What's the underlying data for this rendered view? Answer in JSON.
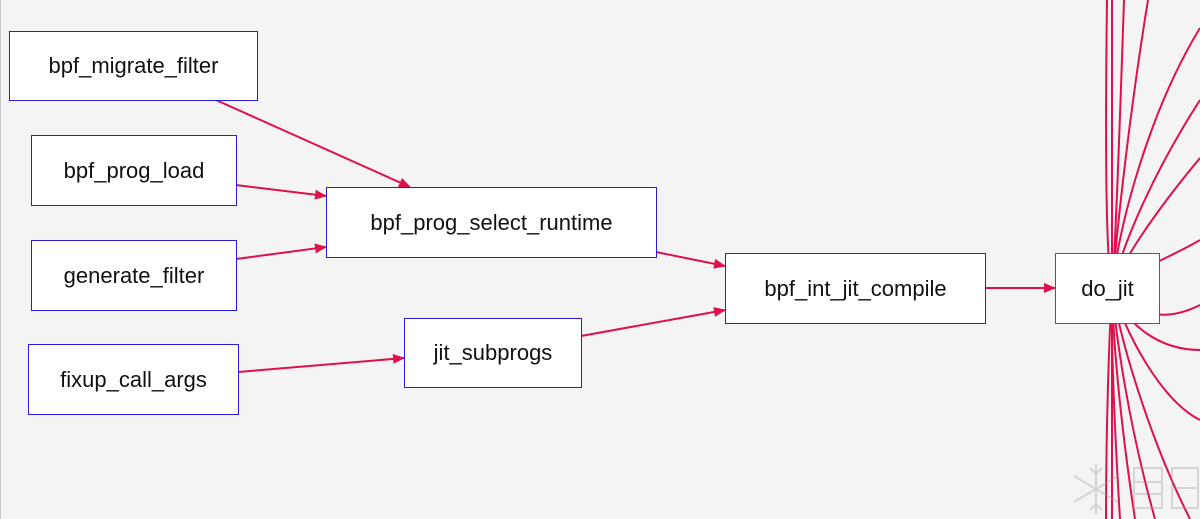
{
  "graph": {
    "nodes": {
      "bpf_migrate_filter": "bpf_migrate_filter",
      "bpf_prog_load": "bpf_prog_load",
      "generate_filter": "generate_filter",
      "fixup_call_args": "fixup_call_args",
      "bpf_prog_select_runtime": "bpf_prog_select_runtime",
      "jit_subprogs": "jit_subprogs",
      "bpf_int_jit_compile": "bpf_int_jit_compile",
      "do_jit": "do_jit"
    },
    "edges": [
      [
        "bpf_migrate_filter",
        "bpf_prog_select_runtime"
      ],
      [
        "bpf_prog_load",
        "bpf_prog_select_runtime"
      ],
      [
        "generate_filter",
        "bpf_prog_select_runtime"
      ],
      [
        "bpf_prog_select_runtime",
        "bpf_int_jit_compile"
      ],
      [
        "fixup_call_args",
        "jit_subprogs"
      ],
      [
        "jit_subprogs",
        "bpf_int_jit_compile"
      ],
      [
        "bpf_int_jit_compile",
        "do_jit"
      ]
    ],
    "highlighted_node": "do_jit"
  },
  "colors": {
    "background": "#f4f4f5",
    "node_border": "#2a1bd6",
    "highlight_border": "#e0201b",
    "edge": "#e0104a"
  }
}
